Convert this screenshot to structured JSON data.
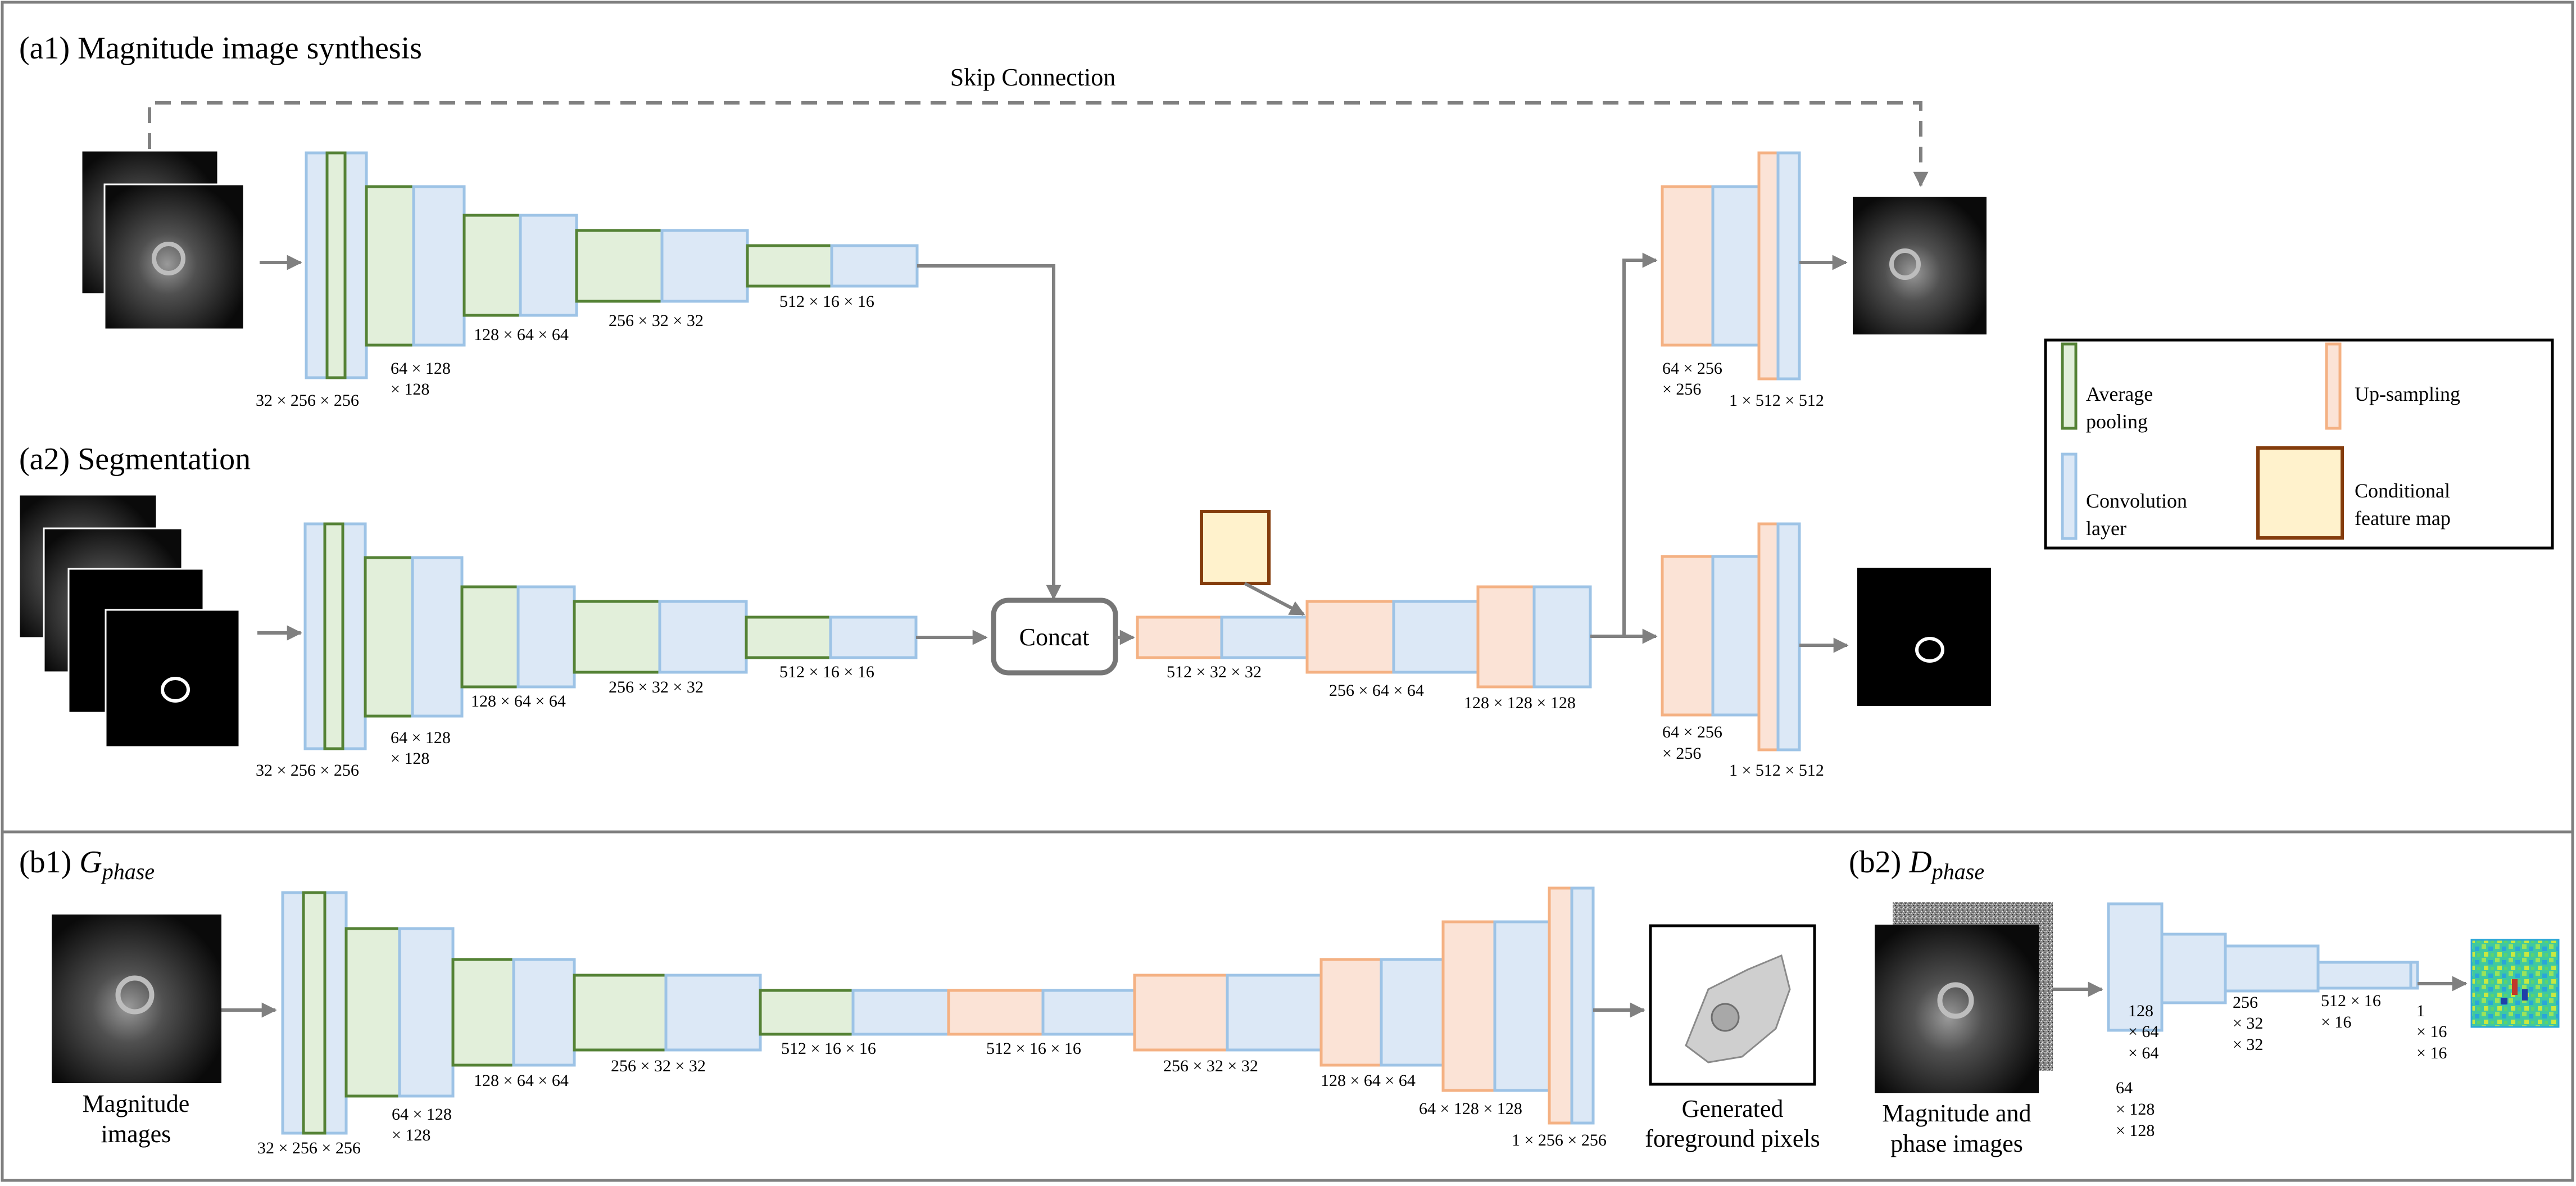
{
  "panels": {
    "a1": {
      "label": "(a1) Magnitude image synthesis"
    },
    "a2": {
      "label": "(a2) Segmentation"
    },
    "b1": {
      "label_prefix": "(b1) ",
      "label_math": "G",
      "label_sub": "phase"
    },
    "b2": {
      "label_prefix": "(b2) ",
      "label_math": "D",
      "label_sub": "phase"
    }
  },
  "skip_connection": "Skip Connection",
  "concat": "Concat",
  "encoder_dims": {
    "d1": "32 × 256 × 256",
    "d2_line1": "64 × 128",
    "d2_line2": "× 128",
    "d3": "128 × 64 × 64",
    "d4": "256 × 32 × 32",
    "d5": "512 × 16 × 16"
  },
  "decoder_dims": {
    "d1": "512 × 32 × 32",
    "d2": "256 × 64 × 64",
    "d3": "128 × 128 × 128"
  },
  "output_dims": {
    "d1_line1": "64 × 256",
    "d1_line2": "× 256",
    "d2": "1 × 512 × 512"
  },
  "b1_dims": {
    "u1": "512 × 16 × 16",
    "u2": "256 × 32 × 32",
    "u3": "128 × 64 × 64",
    "u4": "64 × 128 × 128",
    "u5": "1 × 256 × 256"
  },
  "b2_dims": {
    "c1": [
      "64",
      "× 128",
      "× 128"
    ],
    "c2": [
      "128",
      "× 64",
      "× 64"
    ],
    "c3": [
      "256",
      "× 32",
      "× 32"
    ],
    "c4": [
      "512 × 16",
      "× 16"
    ],
    "c5": [
      "1",
      "× 16",
      "× 16"
    ]
  },
  "captions": {
    "b1_input": [
      "Magnitude",
      "images"
    ],
    "b1_output": [
      "Generated",
      "foreground pixels"
    ],
    "b2_input": [
      "Magnitude and",
      "phase images"
    ]
  },
  "legend": {
    "avg_pool": [
      "Average",
      "pooling"
    ],
    "upsampling": "Up-sampling",
    "conv": [
      "Convolution",
      "layer"
    ],
    "cond": [
      "Conditional",
      "feature map"
    ]
  },
  "colors": {
    "conv_fill": "#dce8f6",
    "conv_stroke": "#9dc3e6",
    "pool_fill": "#e2efda",
    "pool_stroke": "#548235",
    "up_fill": "#fbe3d6",
    "up_stroke": "#f4b183",
    "cond_fill": "#fff2cc",
    "cond_stroke": "#843c0c",
    "arrow": "#808080"
  }
}
